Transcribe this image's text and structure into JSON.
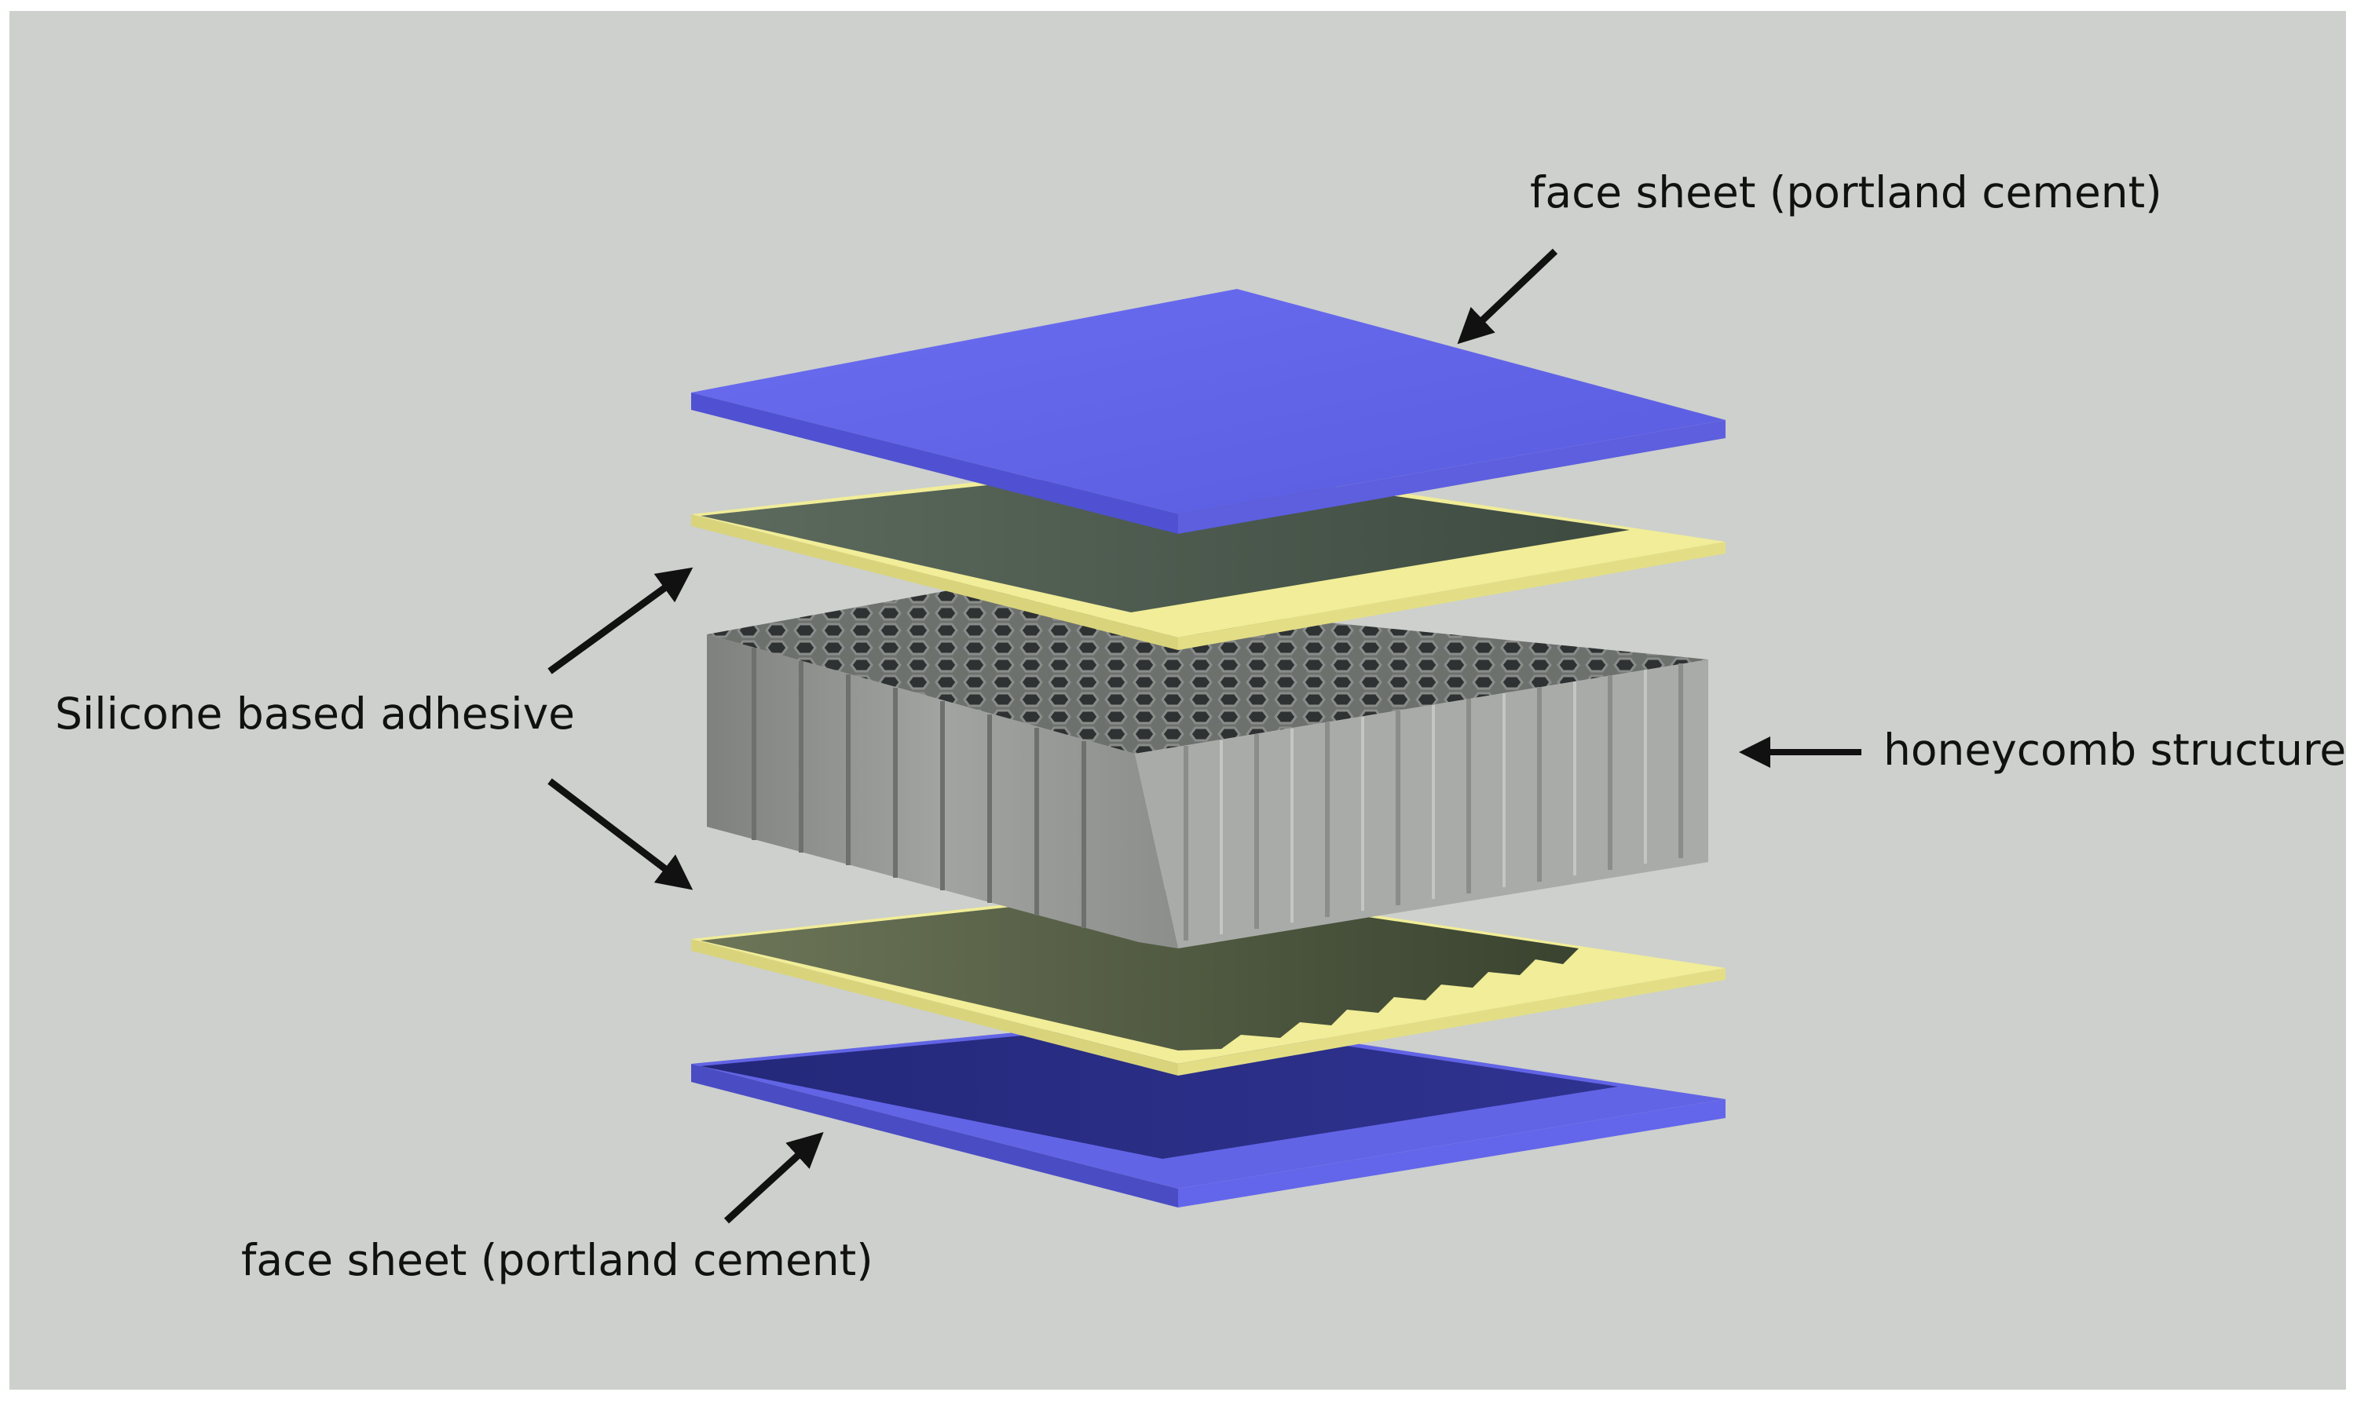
{
  "labels": {
    "top_face_sheet": "face sheet (portland cement)",
    "adhesive": "Silicone based adhesive",
    "honeycomb": "honeycomb structure",
    "bottom_face_sheet": "face sheet (portland cement)"
  },
  "colors": {
    "background": "#cdd0cc",
    "face_sheet": "#6264e6",
    "adhesive": "#f0ec94",
    "honeycomb": "#a6a7a6",
    "arrow": "#111111"
  }
}
